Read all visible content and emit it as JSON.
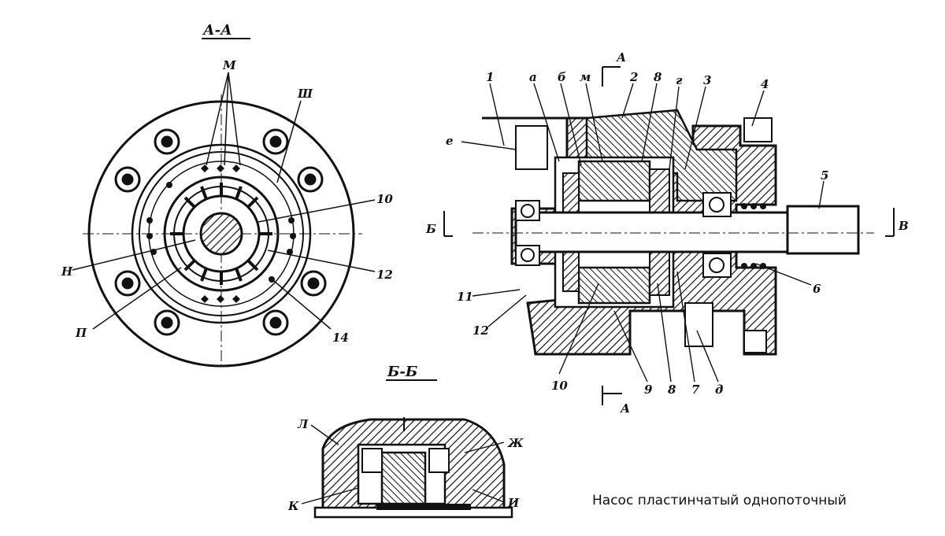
{
  "caption": "Насос пластинчатый однопоточный",
  "views": {
    "aa": {
      "title": "А-А",
      "labels": [
        "М",
        "Ш",
        "10",
        "Н",
        "12",
        "П",
        "14"
      ]
    },
    "main": {
      "labels": [
        "1",
        "а",
        "б",
        "м",
        "2",
        "8",
        "г",
        "3",
        "4",
        "е",
        "5",
        "Б",
        "В",
        "11",
        "12",
        "10",
        "9",
        "8",
        "7",
        "д",
        "6"
      ],
      "cut_marker": "А"
    },
    "bb": {
      "title": "Б-Б",
      "labels": [
        "Л",
        "Ж",
        "К",
        "И"
      ]
    }
  },
  "colors": {
    "ink": "#111111",
    "paper": "#ffffff"
  }
}
